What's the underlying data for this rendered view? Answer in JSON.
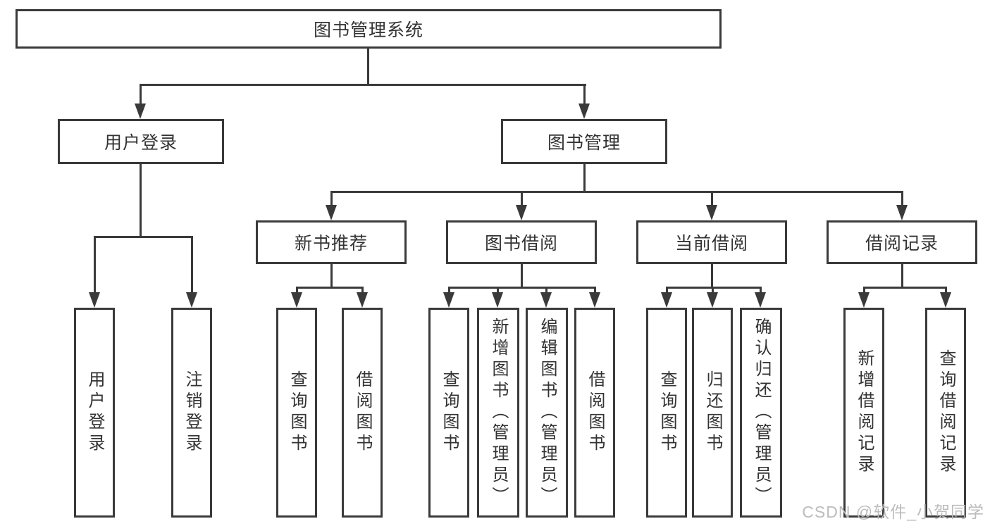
{
  "diagram": {
    "root": {
      "label": "图书管理系统"
    },
    "branches": [
      {
        "label": "用户登录",
        "children": [
          {
            "label": "用户登录"
          },
          {
            "label": "注销登录"
          }
        ]
      },
      {
        "label": "图书管理",
        "children": [
          {
            "label": "新书推荐",
            "children": [
              {
                "label": "查询图书"
              },
              {
                "label": "借阅图书"
              }
            ]
          },
          {
            "label": "图书借阅",
            "children": [
              {
                "label": "查询图书"
              },
              {
                "label": "新增图书（管理员）"
              },
              {
                "label": "编辑图书（管理员）"
              },
              {
                "label": "借阅图书"
              }
            ]
          },
          {
            "label": "当前借阅",
            "children": [
              {
                "label": "查询图书"
              },
              {
                "label": "归还图书"
              },
              {
                "label": "确认归还（管理员）"
              }
            ]
          },
          {
            "label": "借阅记录",
            "children": [
              {
                "label": "新增借阅记录"
              },
              {
                "label": "查询借阅记录"
              }
            ]
          }
        ]
      }
    ],
    "watermark": "CSDN @软件_小贺同学",
    "colors": {
      "line": "#3a3a3a",
      "text": "#333333",
      "background": "#ffffff",
      "watermark": "#b8b8b8"
    }
  }
}
